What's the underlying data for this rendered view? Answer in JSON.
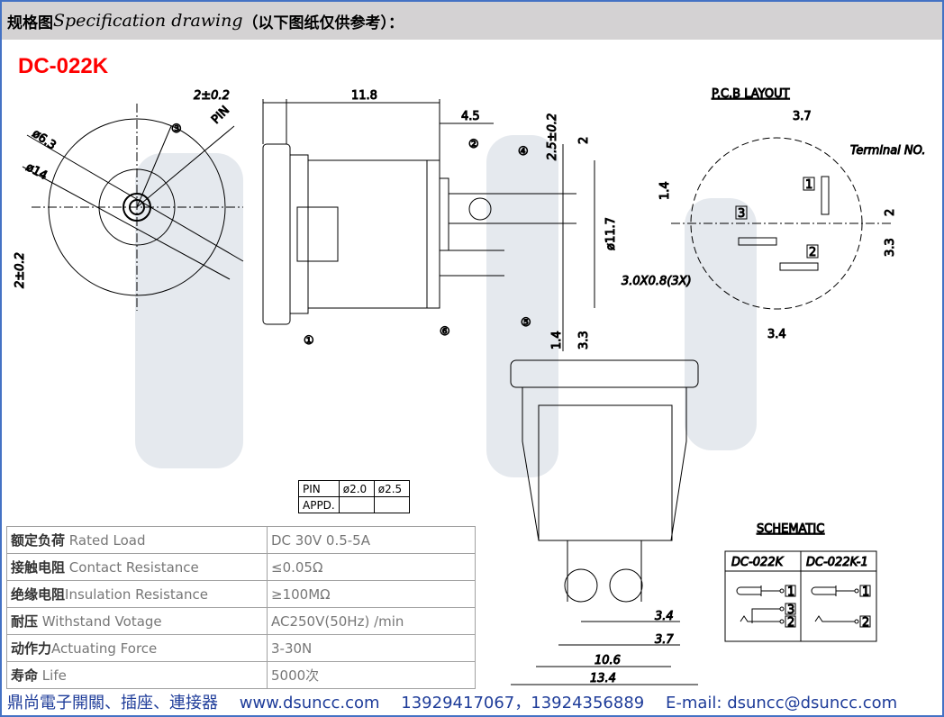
{
  "header": {
    "title_cn": "规格图",
    "title_en": "Specification drawing",
    "note": "（以下图纸仅供参考）："
  },
  "model": "DC-022K",
  "side_view": {
    "dims": {
      "flange": "2±0.2",
      "body_len": "11.8",
      "pin_off": "4.5",
      "pin_h": "2.5±0.2",
      "top2": "2",
      "dia": "ø11.7",
      "d14": "1.4",
      "d33": "3.3"
    },
    "callouts": [
      "①",
      "②",
      "③",
      "④",
      "⑤",
      "⑥"
    ]
  },
  "front_view": {
    "pin_label": "PIN",
    "d_inner": "ø6.3",
    "d_outer": "ø14",
    "offset": "2±0.2"
  },
  "pcb": {
    "title": "P.C.B LAYOUT",
    "w37": "3.7",
    "terminal": "Terminal NO.",
    "d14": "1.4",
    "d2": "2",
    "d33": "3.3",
    "slot": "3.0X0.8(3X)",
    "d34": "3.4",
    "t1": "1",
    "t2": "2",
    "t3": "3"
  },
  "bottom_view": {
    "d34": "3.4",
    "d37": "3.7",
    "d106": "10.6",
    "d134": "13.4"
  },
  "pin_table": {
    "headers": [
      "PIN",
      "ø2.0",
      "ø2.5"
    ],
    "row_label": "APPD."
  },
  "schematic": {
    "title": "SCHEMATIC",
    "col1": "DC-022K",
    "col2": "DC-022K-1",
    "n1": "1",
    "n2": "2",
    "n3": "3"
  },
  "specs": [
    {
      "cn": "额定负荷",
      "en": "Rated Load",
      "value": "DC 30V 0.5-5A"
    },
    {
      "cn": "接触电阻",
      "en": "Contact Resistance",
      "value": "≤0.05Ω"
    },
    {
      "cn": "绝缘电阻",
      "en": "Insulation Resistance",
      "value": "≥100MΩ"
    },
    {
      "cn": "耐压",
      "en": "Withstand Votage",
      "value": "AC250V(50Hz) /min"
    },
    {
      "cn": "动作力",
      "en": "Actuating  Force",
      "value": "3-30N"
    },
    {
      "cn": "寿命",
      "en": "Life",
      "value": "5000次"
    }
  ],
  "footer": {
    "company": "鼎尚電子開關、插座、連接器",
    "website": "www.dsuncc.com",
    "phones": "13929417067，13924356889",
    "email": "E-mail: dsuncc@dsuncc.com"
  }
}
